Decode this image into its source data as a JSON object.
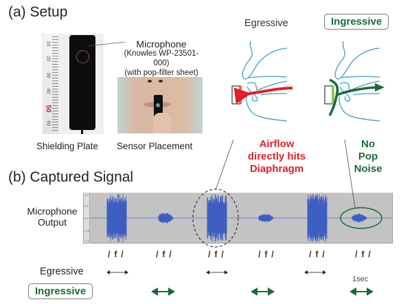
{
  "setup": {
    "title": "(a) Setup",
    "microphone": {
      "title": "Microphone",
      "model": "(Knowles WP-23501-000)",
      "note": "(with pop-filter sheet)"
    },
    "photo_captions": [
      "Shielding Plate",
      "Sensor Placement"
    ],
    "ruler_ticks": [
      "10",
      "20",
      "30",
      "40",
      "50",
      "60"
    ],
    "diagrams": {
      "egressive_label": "Egressive",
      "ingressive_label": "Ingressive",
      "egressive_note": [
        "Airflow",
        "directly hits",
        "Diaphragm"
      ],
      "ingressive_note": [
        "No",
        "Pop",
        "Noise"
      ]
    }
  },
  "signal": {
    "title": "(b) Captured Signal",
    "ylabel_lines": [
      "Microphone",
      "Output"
    ],
    "axis_ticks": [
      "1.0",
      "0.5",
      "0.0",
      "-0.5",
      "-1.0"
    ],
    "phoneme_labels": [
      "/ f /",
      "/ f /",
      "/ f /",
      "/ f /",
      "/ f /",
      "/ f /"
    ],
    "segments": [
      {
        "type": "egressive",
        "amplitude": 1.0
      },
      {
        "type": "ingressive",
        "amplitude": 0.25
      },
      {
        "type": "egressive",
        "amplitude": 1.0
      },
      {
        "type": "ingressive",
        "amplitude": 0.2
      },
      {
        "type": "egressive",
        "amplitude": 1.0
      },
      {
        "type": "ingressive",
        "amplitude": 0.2
      }
    ],
    "rows": {
      "egressive": "Egressive",
      "ingressive": "Ingressive"
    },
    "scale_label": "1sec"
  },
  "colors": {
    "egressive_red": "#e01f26",
    "ingressive_green": "#176b3a",
    "tract_blue": "#3a9ad0",
    "wave_blue": "#3a5cc0",
    "wave_bg": "#c3c3c3"
  }
}
